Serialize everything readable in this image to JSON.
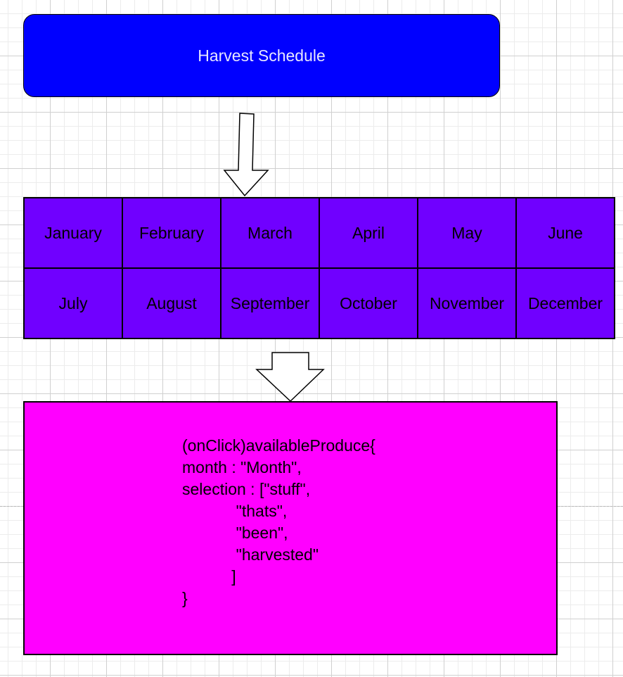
{
  "colors": {
    "title_fill": "#0000ff",
    "title_text": "#e6e6ff",
    "months_fill": "#7000ff",
    "code_fill": "#ff00ff",
    "arrow_fill": "#ffffff",
    "stroke": "#000000"
  },
  "title_box": {
    "label": "Harvest Schedule"
  },
  "months": {
    "rows": [
      [
        "January",
        "February",
        "March",
        "April",
        "May",
        "June"
      ],
      [
        "July",
        "August",
        "September",
        "October",
        "November",
        "December"
      ]
    ]
  },
  "code_box": {
    "lines": [
      "(onClick)availableProduce{",
      "month : \"Month\",",
      "selection : [\"stuff\",",
      "            \"thats\",",
      "            \"been\",",
      "            \"harvested\"",
      "           ]",
      "}"
    ]
  }
}
